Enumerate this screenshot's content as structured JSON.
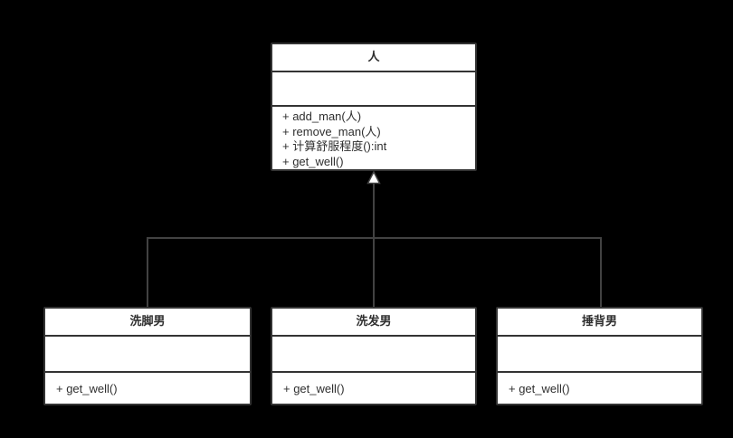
{
  "diagram": {
    "type": "uml-class-diagram",
    "relationship": "generalization",
    "parent_class": {
      "title": "人",
      "attributes": [],
      "methods": [
        "+ add_man(人)",
        "+ remove_man(人)",
        "+ 计算舒服程度():int",
        "+ get_well()"
      ]
    },
    "child_classes": [
      {
        "title": "洗脚男",
        "attributes": [],
        "methods": [
          "+ get_well()"
        ]
      },
      {
        "title": "洗发男",
        "attributes": [],
        "methods": [
          "+ get_well()"
        ]
      },
      {
        "title": "捶背男",
        "attributes": [],
        "methods": [
          "+ get_well()"
        ]
      }
    ],
    "colors": {
      "canvas_background": "#000000",
      "box_fill": "#ffffff",
      "box_border": "#333333",
      "connector_line": "#424242",
      "text": "#2f2f2f",
      "arrowhead_fill": "#ffffff"
    }
  }
}
